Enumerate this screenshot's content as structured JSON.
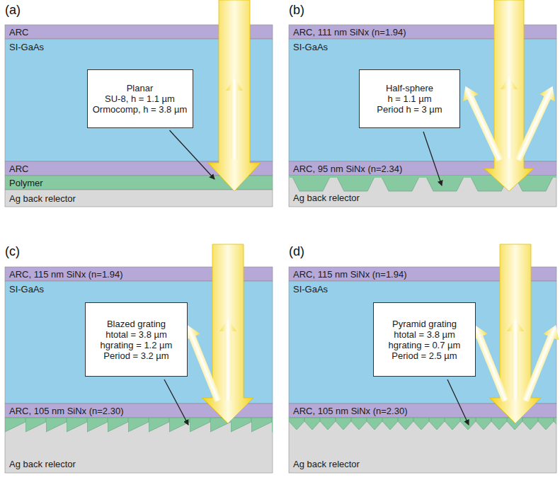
{
  "diagram": {
    "nodes": [
      {
        "text": [
          "ARC"
        ]
      },
      {
        "text": [
          "SI-GaAs"
        ]
      },
      {
        "text": [
          "Planar",
          "SU-8, h = 1.1 µm",
          "Ormocomp, h = 3.8 µm"
        ],
        "in": 1
      },
      {
        "text": [
          "ARC"
        ]
      },
      {
        "text": [
          "Polymer"
        ]
      },
      {
        "text": [
          "Ag back relector"
        ]
      },
      {
        "text": [
          "ARC, 111 nm SiNx (n=1.94)"
        ]
      },
      {
        "text": [
          "SI-GaAs"
        ]
      },
      {
        "text": [
          "Half-sphere",
          "h = 1.1 µm",
          "Period h = 3 µm"
        ],
        "in": 7
      },
      {
        "text": [
          "ARC, 95 nm SiNx (n=2.34)"
        ]
      },
      {
        "text": [
          "Ag back relector"
        ]
      },
      {
        "text": [
          "ARC, 115 nm SiNx (n=1.94)"
        ]
      },
      {
        "text": [
          "SI-GaAs"
        ]
      },
      {
        "text": [
          "Blazed grating",
          "htotal = 3.8 µm",
          "hgrating = 1.2 µm",
          "Period = 3.2 µm"
        ],
        "in": 12
      },
      {
        "text": [
          "ARC, 105 nm SiNx (n=2.30)"
        ]
      },
      {
        "text": [
          "Ag back relector"
        ]
      },
      {
        "text": [
          "ARC, 115 nm SiNx (n=1.94)"
        ]
      },
      {
        "text": [
          "SI-GaAs"
        ]
      },
      {
        "text": [
          "Pyramid grating",
          "htotal = 3.8 µm",
          "hgrating = 0.7 µm",
          "Period = 2.5 µm"
        ],
        "in": 17
      },
      {
        "text": [
          "ARC, 105 nm SiNx (n=2.30)"
        ]
      },
      {
        "text": [
          "Ag back relector"
        ]
      }
    ],
    "edges": [
      {
        "from": 2,
        "to": 4,
        "arrow": "to"
      }
    ],
    "labels": [
      "(a)",
      "(b)",
      "(c)",
      "(d)"
    ]
  }
}
